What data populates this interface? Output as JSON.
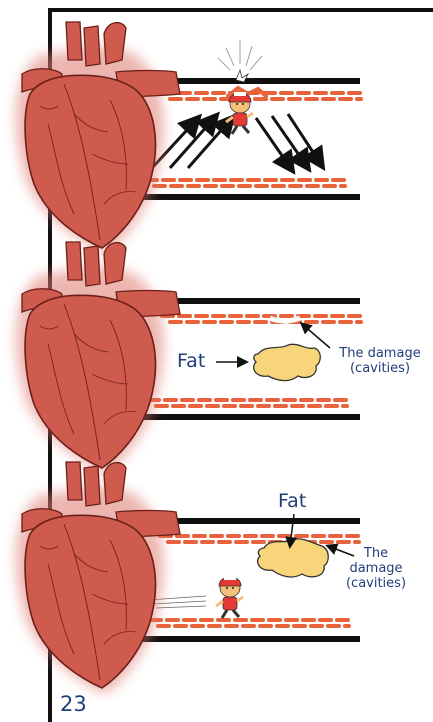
{
  "panel2": {
    "fat_label": "Fat",
    "damage_label": "The damage (cavities)"
  },
  "panel3": {
    "fat_label": "Fat",
    "damage_label": "The damage (cavities)"
  },
  "page_number": "23",
  "colors": {
    "heart_fill": "#cf5a4e",
    "heart_stroke": "#6b1f18",
    "brick": "#e8623c",
    "fat_fill": "#f8d57a",
    "fat_stroke": "#333333",
    "text": "#1f3f7a",
    "runner_shirt": "#e53935",
    "runner_helmet": "#e53935"
  },
  "icons": [
    "heart-icon",
    "runner-icon",
    "impact-icon",
    "fat-blob-icon",
    "arrow-icon"
  ]
}
